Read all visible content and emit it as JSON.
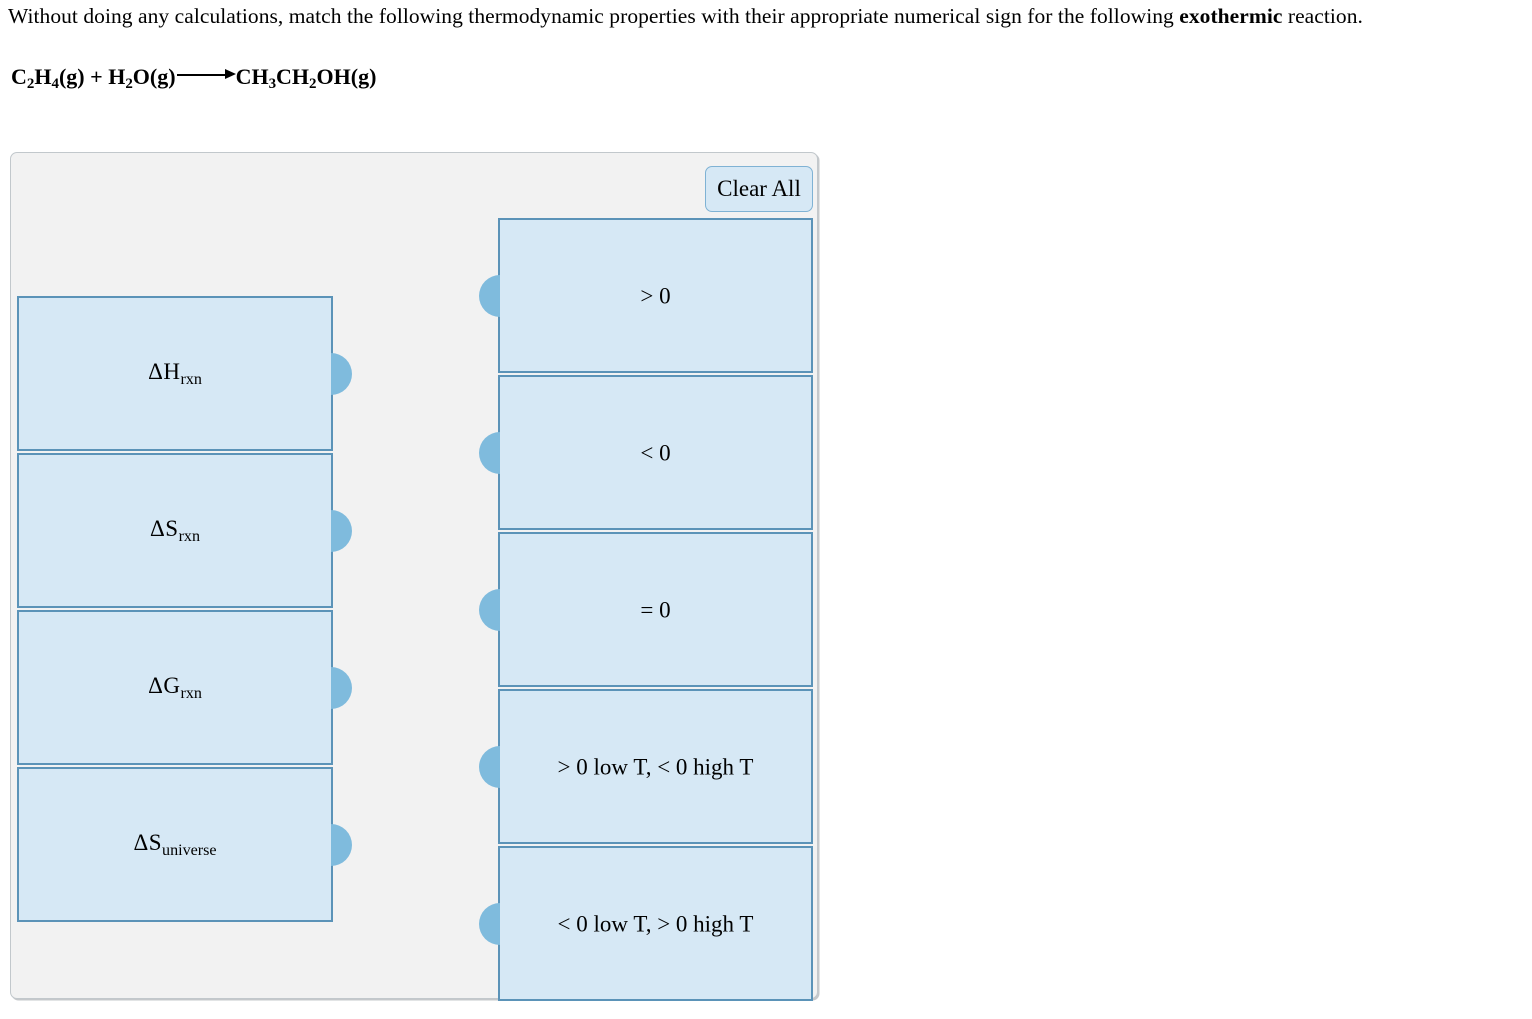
{
  "prompt": {
    "question_part1": "Without doing any calculations, match the following thermodynamic properties with their appropriate numerical sign for the following ",
    "question_emphasis": "exothermic",
    "question_part2": " reaction.",
    "equation": {
      "reactant1": "C2H4(g)",
      "plus": "+",
      "reactant2": "H2O(g)",
      "arrow": "reaction-arrow",
      "product": "CH3CH2OH(g)"
    }
  },
  "panel": {
    "clear_all_label": "Clear All",
    "left_items": [
      {
        "symbol": "ΔH",
        "sub": "rxn",
        "name": "delta-h-rxn"
      },
      {
        "symbol": "ΔS",
        "sub": "rxn",
        "name": "delta-s-rxn"
      },
      {
        "symbol": "ΔG",
        "sub": "rxn",
        "name": "delta-g-rxn"
      },
      {
        "symbol": "ΔS",
        "sub": "universe",
        "name": "delta-s-universe"
      }
    ],
    "right_items": [
      {
        "label": "> 0"
      },
      {
        "label": "< 0"
      },
      {
        "label": "= 0"
      },
      {
        "label": "> 0 low T, < 0 high T"
      },
      {
        "label": "< 0 low T, > 0 high T"
      }
    ]
  },
  "colors": {
    "box_fill": "#d6e8f5",
    "box_border": "#5b93b8",
    "knob": "#7fbbdd",
    "panel_bg": "#f2f2f2",
    "panel_border": "#c2c8cc"
  }
}
